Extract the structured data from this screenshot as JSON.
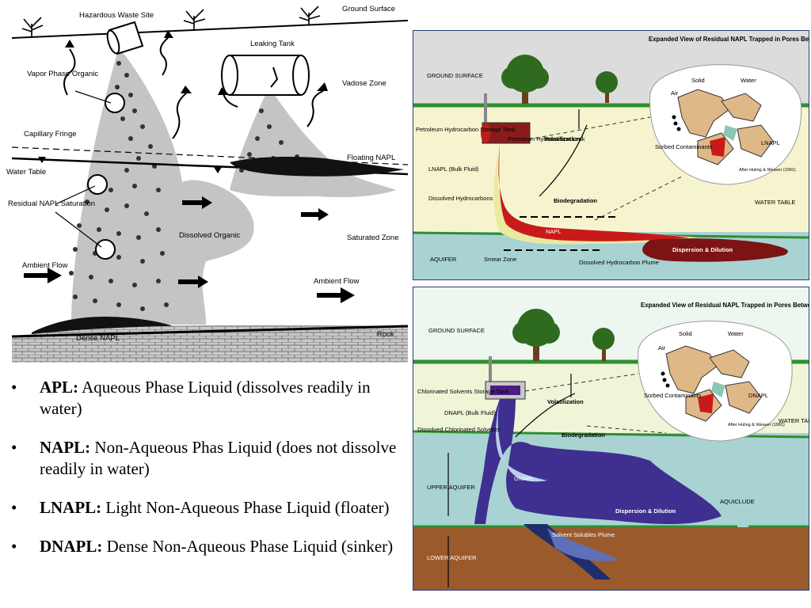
{
  "left_diagram": {
    "hazardous_waste_site": "Hazardous Waste Site",
    "ground_surface": "Ground Surface",
    "leaking_tank": "Leaking Tank",
    "vapor_phase_organic": "Vapor Phase Organic",
    "vadose_zone": "Vadose Zone",
    "capillary_fringe": "Capillary Fringe",
    "floating_napl": "Floating NAPL",
    "water_table": "Water Table",
    "residual_napl_saturation": "Residual NAPL Saturation",
    "dissolved_organic": "Dissolved Organic",
    "saturated_zone": "Saturated Zone",
    "ambient_flow": "Ambient Flow",
    "dense_napl": "Dense NAPL",
    "rock": "Rock"
  },
  "lnapl_diagram": {
    "ground_surface": "GROUND SURFACE",
    "expanded_view_title": "Expanded View of Residual NAPL Trapped in Pores Between Soil & Sediment Particles",
    "solid": "Solid",
    "water": "Water",
    "air": "Air",
    "sorbed_contaminants": "Sorbed Contaminants",
    "lnapl": "LNAPL",
    "citation": "After Huling & Weaver (1991)",
    "storage_tank": "Petroleum Hydrocarbon Storage Tank",
    "volatilization": "Volatilization",
    "leak": "Petroleum Hydrocarbon Leak",
    "lnapl_bulk": "LNAPL (Bulk Fluid)",
    "dissolved_hydrocarbons": "Dissolved Hydrocarbons",
    "biodegradation": "Biodegradation",
    "water_table": "WATER TABLE",
    "napl": "NAPL",
    "dispersion_dilution": "Dispersion & Dilution",
    "aquifer": "AQUIFER",
    "smear_zone": "Smear Zone",
    "plume": "Dissolved Hydrocarbon Plume"
  },
  "dnapl_diagram": {
    "ground_surface": "GROUND SURFACE",
    "expanded_view_title": "Expanded View of Residual NAPL Trapped in Pores Between Soil & Sediment Particles",
    "solid": "Solid",
    "water": "Water",
    "air": "Air",
    "sorbed_contaminants": "Sorbed Contaminants",
    "dnapl": "DNAPL",
    "citation": "After Huling & Weaver (1991)",
    "storage_tank": "Chlorinated Solvents Storage Tank",
    "volatilization": "Volatilization",
    "dnapl_bulk": "DNAPL (Bulk Fluid)",
    "dissolved_chlorinated": "Dissolved Chlorinated Solvents",
    "biodegradation": "Biodegradation",
    "water_table": "WATER TABLE",
    "dnapl_label": "DNAPL",
    "upper_aquifer": "UPPER AQUIFER",
    "dispersion_dilution": "Dispersion & Dilution",
    "aquiclude": "AQUICLUDE",
    "solvent_plume": "Solvent Solubles Plume",
    "lower_aquifer": "LOWER AQUIFER"
  },
  "bullets": [
    {
      "bullet": "•",
      "term": "APL:",
      "definition": " Aqueous Phase Liquid (dissolves readily in water)"
    },
    {
      "bullet": "•",
      "term": "NAPL:",
      "definition": " Non-Aqueous Phas Liquid (does not dissolve readily in water)"
    },
    {
      "bullet": "•",
      "term": "LNAPL:",
      "definition": " Light Non-Aqueous Phase Liquid (floater)"
    },
    {
      "bullet": "•",
      "term": "DNAPL:",
      "definition": " Dense Non-Aqueous Phase Liquid (sinker)"
    }
  ]
}
